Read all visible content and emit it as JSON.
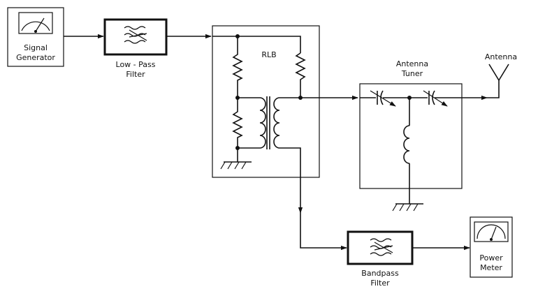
{
  "blocks": {
    "signal_generator": {
      "line1": "Signal",
      "line2": "Generator"
    },
    "low_pass_filter": {
      "line1": "Low - Pass",
      "line2": "Filter"
    },
    "rlb": {
      "label": "RLB"
    },
    "antenna_tuner": {
      "line1": "Antenna",
      "line2": "Tuner"
    },
    "antenna": {
      "label": "Antenna"
    },
    "bandpass_filter": {
      "line1": "Bandpass",
      "line2": "Filter"
    },
    "power_meter": {
      "line1": "Power",
      "line2": "Meter"
    }
  }
}
